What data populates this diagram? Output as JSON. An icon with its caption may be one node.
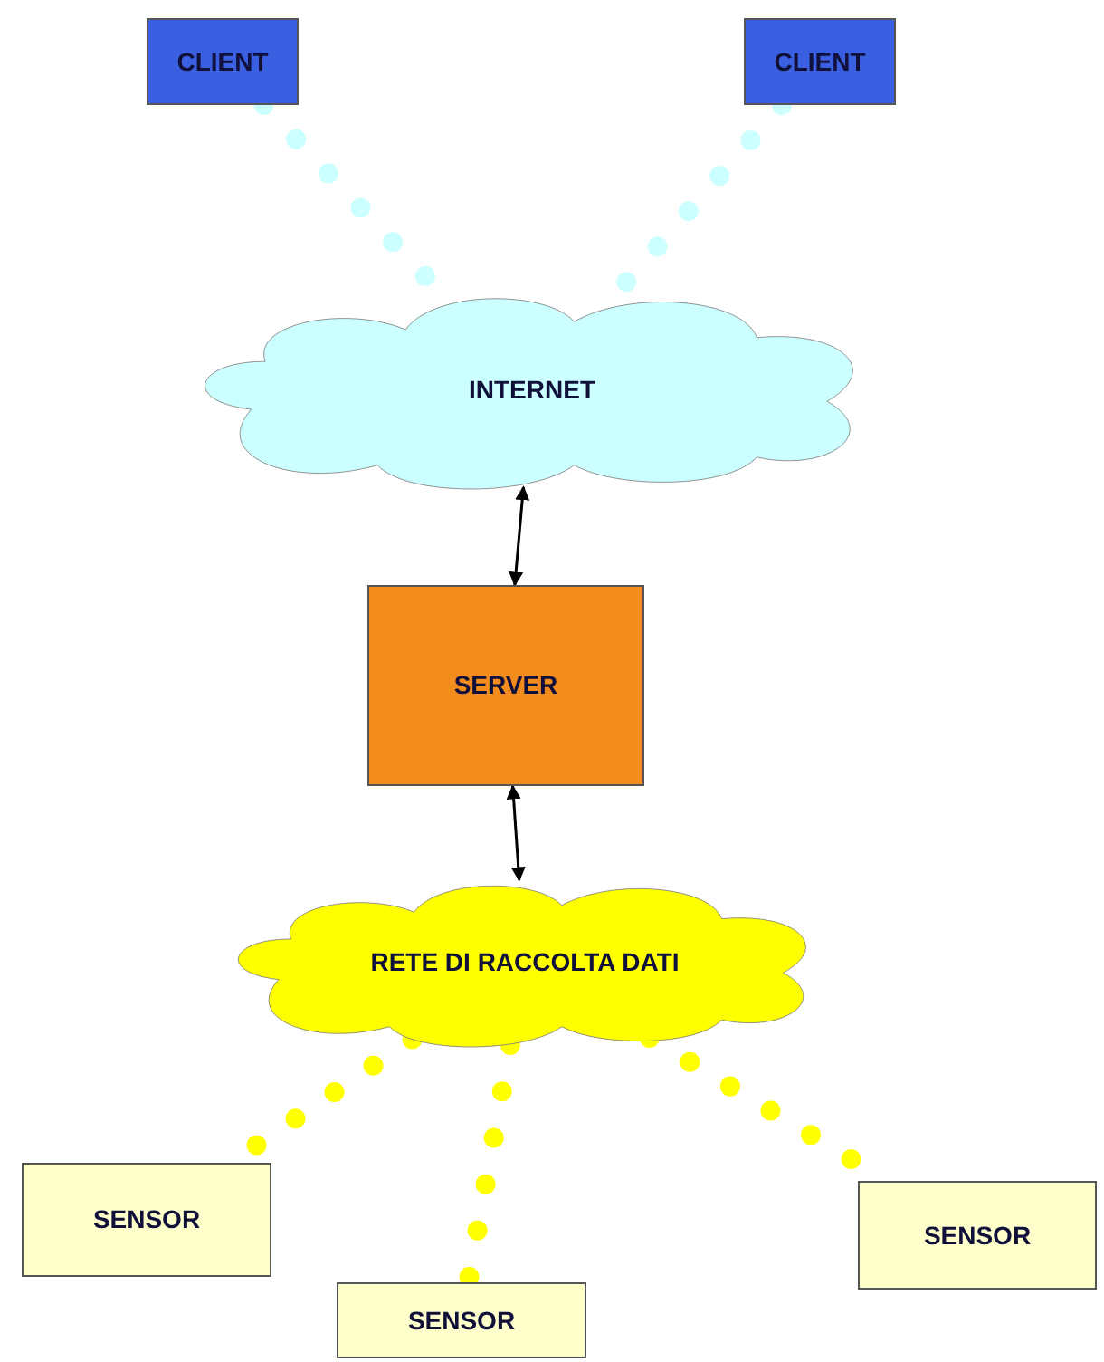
{
  "diagram": {
    "nodes": [
      {
        "text": [
          "CLIENT"
        ]
      },
      {
        "text": [
          "CLIENT"
        ]
      },
      {
        "text": [
          "INTERNET"
        ]
      },
      {
        "text": [
          "SERVER"
        ]
      },
      {
        "text": [
          "RETE DI RACCOLTA DATI"
        ]
      },
      {
        "text": [
          "SENSOR"
        ]
      },
      {
        "text": [
          "SENSOR"
        ]
      },
      {
        "text": [
          "SENSOR"
        ]
      }
    ],
    "edges": [
      {
        "from": 0,
        "to": 2,
        "arrow": "none",
        "style": "dashed",
        "color": "#ccffff"
      },
      {
        "from": 1,
        "to": 2,
        "arrow": "none",
        "style": "dashed",
        "color": "#ccffff"
      },
      {
        "from": 2,
        "to": 3,
        "arrow": "both",
        "color": "#000000"
      },
      {
        "from": 3,
        "to": 4,
        "arrow": "both",
        "color": "#000000"
      },
      {
        "from": 4,
        "to": 5,
        "arrow": "none",
        "style": "dashed",
        "color": "#ffff00"
      },
      {
        "from": 4,
        "to": 6,
        "arrow": "none",
        "style": "dashed",
        "color": "#ffff00"
      },
      {
        "from": 4,
        "to": 7,
        "arrow": "none",
        "style": "dashed",
        "color": "#ffff00"
      }
    ]
  }
}
